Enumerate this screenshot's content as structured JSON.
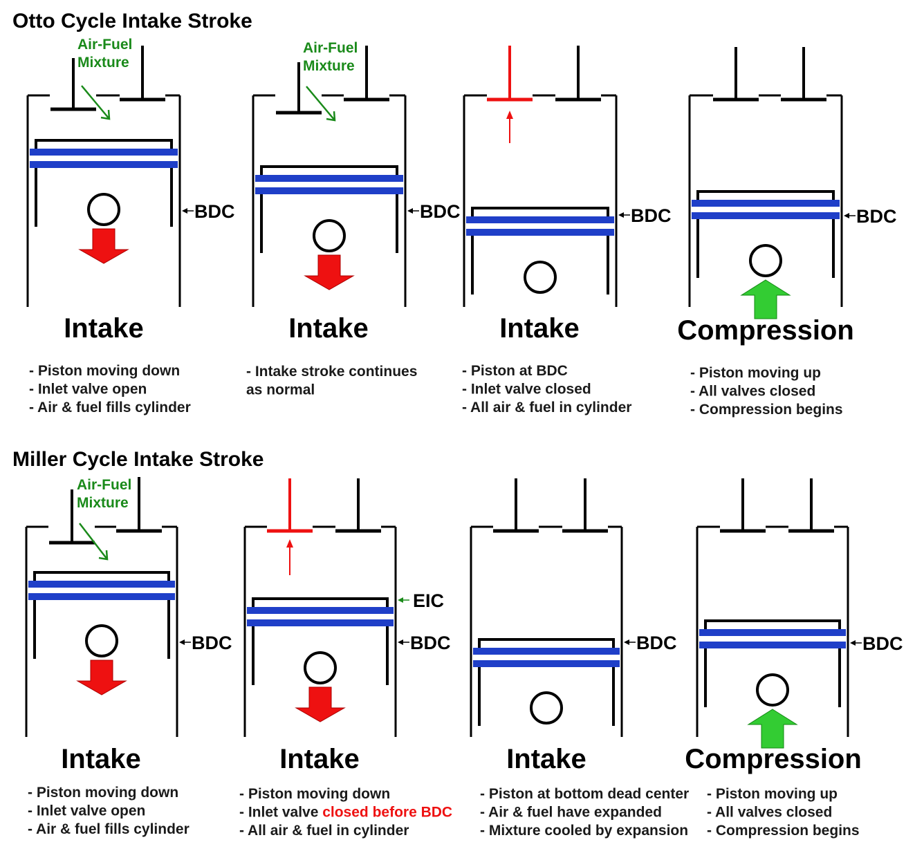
{
  "colors": {
    "cylinder": "#000000",
    "ring": "#1f3fc8",
    "intake_arrow": "#ee1111",
    "compression_arrow": "#33cc33",
    "mixture": "#1a8a1a",
    "closed_valve": "#ee1111"
  },
  "sections": [
    {
      "title": "Otto Cycle Intake Stroke",
      "panels": [
        {
          "stroke": "Intake",
          "bdc_label": "BDC",
          "mixture_label": [
            "Air-Fuel",
            "Mixture"
          ],
          "inlet_valve": "open",
          "motion": "down",
          "notes": [
            [
              {
                "text": "- Piston moving down"
              }
            ],
            [
              {
                "text": "- Inlet valve open"
              }
            ],
            [
              {
                "text": "- Air & fuel fills cylinder"
              }
            ]
          ]
        },
        {
          "stroke": "Intake",
          "bdc_label": "BDC",
          "mixture_label": [
            "Air-Fuel",
            "Mixture"
          ],
          "inlet_valve": "open",
          "motion": "down",
          "notes": [
            [
              {
                "text": "- Intake stroke continues"
              }
            ],
            [
              {
                "text": "  as normal"
              }
            ]
          ]
        },
        {
          "stroke": "Intake",
          "bdc_label": "BDC",
          "inlet_valve": "closing",
          "motion": "none",
          "notes": [
            [
              {
                "text": "- Piston at BDC"
              }
            ],
            [
              {
                "text": "- Inlet valve closed"
              }
            ],
            [
              {
                "text": "- All air & fuel in cylinder"
              }
            ]
          ]
        },
        {
          "stroke": "Compression",
          "bdc_label": "BDC",
          "inlet_valve": "closed",
          "motion": "up",
          "notes": [
            [
              {
                "text": "- Piston moving up"
              }
            ],
            [
              {
                "text": "- All valves closed"
              }
            ],
            [
              {
                "text": "- Compression begins"
              }
            ]
          ]
        }
      ]
    },
    {
      "title": "Miller Cycle Intake Stroke",
      "panels": [
        {
          "stroke": "Intake",
          "bdc_label": "BDC",
          "mixture_label": [
            "Air-Fuel",
            "Mixture"
          ],
          "inlet_valve": "open",
          "motion": "down",
          "notes": [
            [
              {
                "text": "- Piston moving down"
              }
            ],
            [
              {
                "text": "- Inlet valve open"
              }
            ],
            [
              {
                "text": "- Air & fuel fills cylinder"
              }
            ]
          ]
        },
        {
          "stroke": "Intake",
          "bdc_label": "BDC",
          "eic_label": "EIC",
          "inlet_valve": "closing",
          "motion": "down",
          "notes": [
            [
              {
                "text": "- Piston moving down"
              }
            ],
            [
              {
                "text": "- Inlet valve "
              },
              {
                "text": "closed before BDC",
                "red": true
              }
            ],
            [
              {
                "text": "- All air & fuel in cylinder"
              }
            ]
          ]
        },
        {
          "stroke": "Intake",
          "bdc_label": "BDC",
          "inlet_valve": "closed",
          "motion": "none",
          "notes": [
            [
              {
                "text": "- Piston at bottom dead center"
              }
            ],
            [
              {
                "text": "- Air & fuel have expanded"
              }
            ],
            [
              {
                "text": "- Mixture cooled by expansion"
              }
            ]
          ]
        },
        {
          "stroke": "Compression",
          "bdc_label": "BDC",
          "inlet_valve": "closed",
          "motion": "up",
          "notes": [
            [
              {
                "text": "- Piston moving up"
              }
            ],
            [
              {
                "text": "- All valves closed"
              }
            ],
            [
              {
                "text": "- Compression begins"
              }
            ]
          ]
        }
      ]
    }
  ]
}
